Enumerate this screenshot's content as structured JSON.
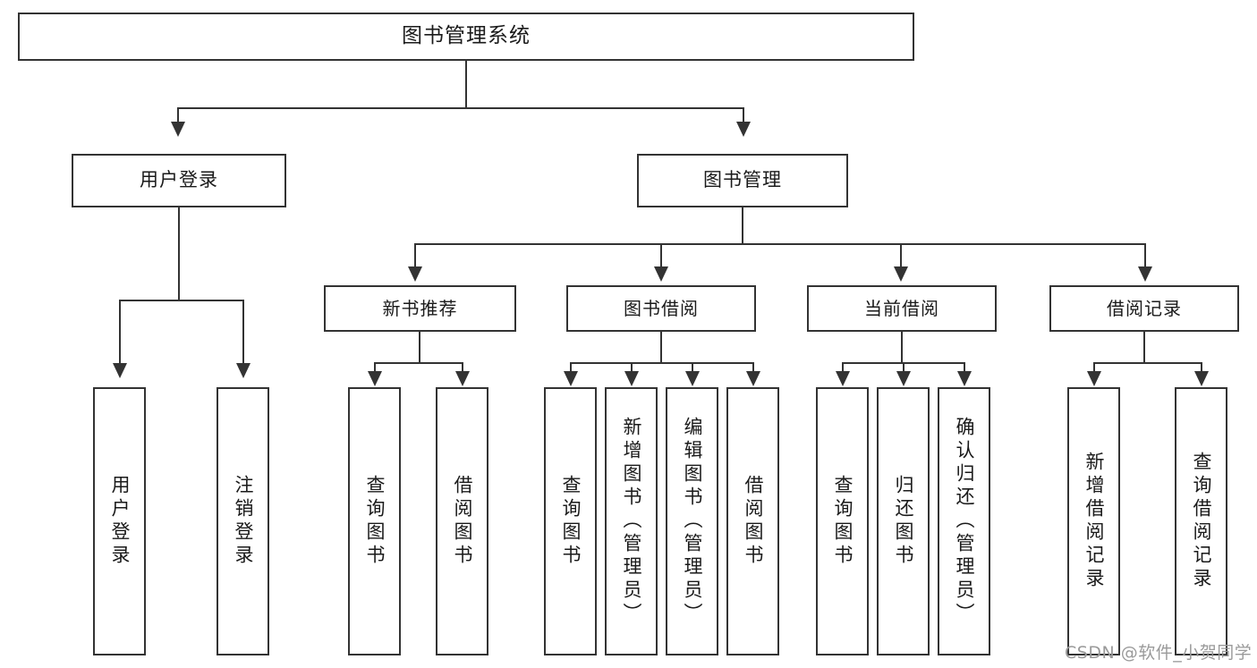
{
  "diagram": {
    "type": "tree",
    "title": "图书管理系统",
    "root": {
      "label": "图书管理系统"
    },
    "level2": [
      {
        "label": "用户登录"
      },
      {
        "label": "图书管理"
      }
    ],
    "level3": [
      {
        "label": "新书推荐"
      },
      {
        "label": "图书借阅"
      },
      {
        "label": "当前借阅"
      },
      {
        "label": "借阅记录"
      }
    ],
    "leaves": {
      "user_login": [
        {
          "label": "用户登录"
        },
        {
          "label": "注销登录"
        }
      ],
      "new_book_recommend": [
        {
          "label": "查询图书"
        },
        {
          "label": "借阅图书"
        }
      ],
      "book_borrow": [
        {
          "label": "查询图书"
        },
        {
          "label": "新增图书（管理员）"
        },
        {
          "label": "编辑图书（管理员）"
        },
        {
          "label": "借阅图书"
        }
      ],
      "current_borrow": [
        {
          "label": "查询图书"
        },
        {
          "label": "归还图书"
        },
        {
          "label": "确认归还（管理员）"
        }
      ],
      "borrow_record": [
        {
          "label": "新增借阅记录"
        },
        {
          "label": "查询借阅记录"
        }
      ]
    }
  },
  "watermark": {
    "text": "CSDN @软件_小贺同学"
  },
  "colors": {
    "background": "#ffffff",
    "stroke": "#333333",
    "text": "#1a1a1a",
    "watermark": "#9a9a9a"
  }
}
